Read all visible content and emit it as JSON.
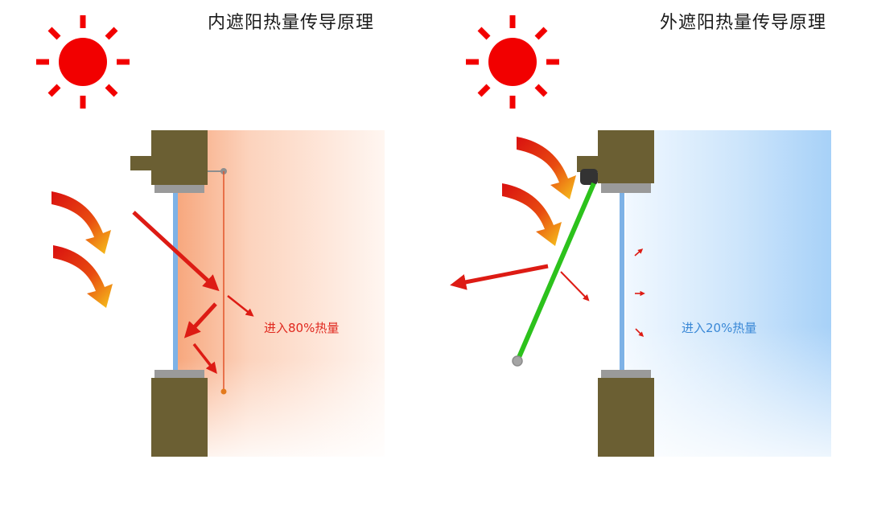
{
  "panels": {
    "inner": {
      "title": "内遮阳热量传导原理",
      "heat_label": "进入80%热量",
      "heat_label_color": "#e0281e",
      "room_tint_color": "#fbd0b8"
    },
    "outer": {
      "title": "外遮阳热量传导原理",
      "heat_label": "进入20%热量",
      "heat_label_color": "#3a88d6",
      "room_tint_color": "#a9d3f8"
    }
  },
  "colors": {
    "sun": "#f20000",
    "wall": "#6b5f33",
    "sill": "#9a9a9a",
    "glass": "#7eb2e6",
    "arrow": "#dd1b14",
    "green_blade": "#2cc21c"
  },
  "icons": [
    "sun-icon",
    "heat-arrow-icon"
  ]
}
